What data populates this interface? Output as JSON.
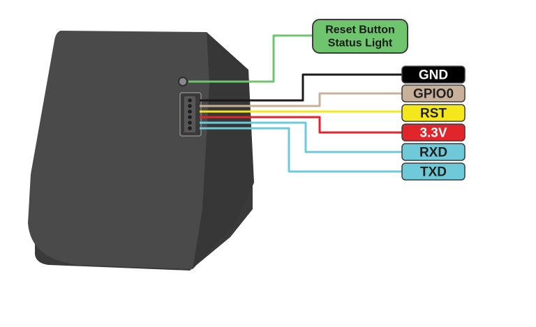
{
  "labels": {
    "reset": {
      "line1": "Reset Button",
      "line2": "Status Light"
    },
    "pins": [
      {
        "text": "GND",
        "fill": "#000000",
        "wire": "#1a1a1a",
        "text_color": "#ffffff"
      },
      {
        "text": "GPIO0",
        "fill": "#c8b09a",
        "wire": "#c8b09a",
        "text_color": "#222222"
      },
      {
        "text": "RST",
        "fill": "#f4e81c",
        "wire": "#f4e81c",
        "text_color": "#222222"
      },
      {
        "text": "3.3V",
        "fill": "#e0262b",
        "wire": "#e0262b",
        "text_color": "#ffffff"
      },
      {
        "text": "RXD",
        "fill": "#6ecad9",
        "wire": "#6ecad9",
        "text_color": "#222222"
      },
      {
        "text": "TXD",
        "fill": "#6ecad9",
        "wire": "#6ecad9",
        "text_color": "#222222"
      }
    ]
  },
  "colors": {
    "device_body": "#4a4a4a",
    "device_edge": "#3a3a3a",
    "reset_label_fill": "#6ec56e",
    "reset_wire": "#6ec56e",
    "label_border": "#3c3c3c"
  },
  "icons": {
    "led": "status-led-icon",
    "header": "pin-header-icon"
  }
}
